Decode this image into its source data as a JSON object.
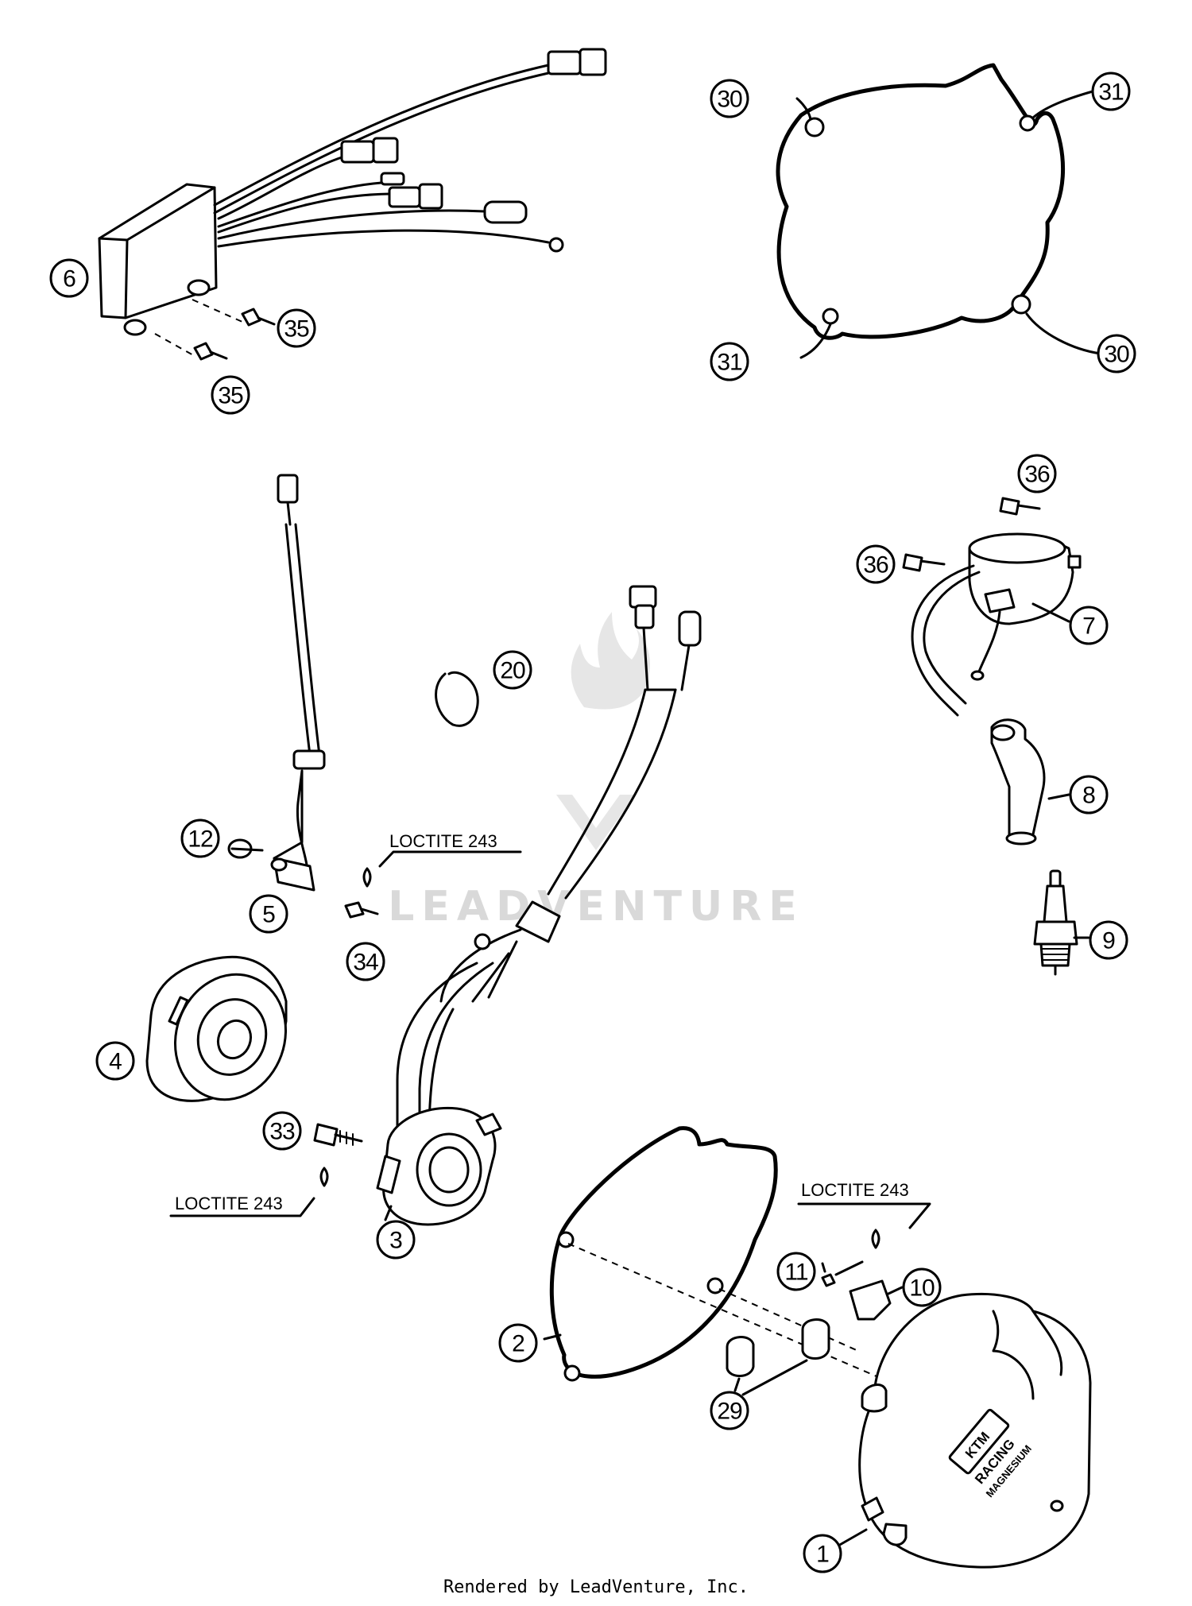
{
  "callouts": {
    "c1": "1",
    "c2": "2",
    "c3": "3",
    "c4": "4",
    "c5": "5",
    "c6": "6",
    "c7": "7",
    "c8": "8",
    "c9": "9",
    "c10": "10",
    "c11": "11",
    "c12": "12",
    "c20": "20",
    "c29": "29",
    "c30": "30",
    "c31": "31",
    "c33": "33",
    "c34": "34",
    "c35": "35",
    "c36": "36"
  },
  "notes": {
    "loctite": "LOCTITE 243"
  },
  "cover_logo": {
    "brand": "KTM",
    "line1": "RACING",
    "line2": "MAGNESIUM"
  },
  "watermark": "LEADVENTURE",
  "footer": "Rendered by LeadVenture, Inc."
}
